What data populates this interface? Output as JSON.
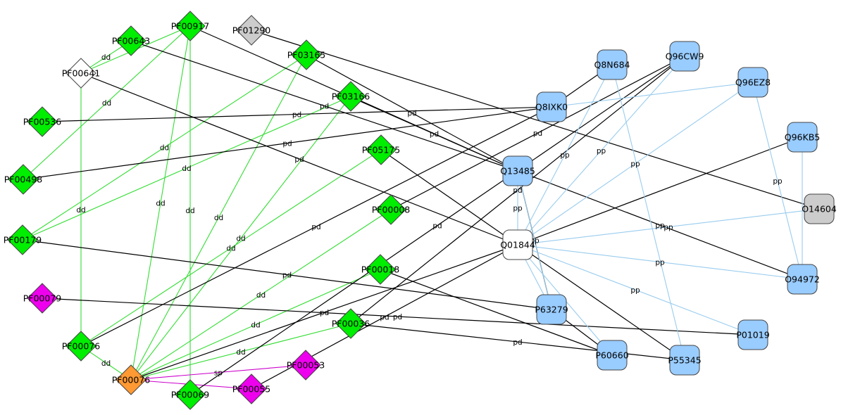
{
  "colors": {
    "green_node": "#00ee00",
    "magenta_node": "#ee00ee",
    "orange_node": "#ff9933",
    "gray_node": "#cccccc",
    "white_node": "#ffffff",
    "blue_node": "#99ccff",
    "dd_edge": "#33dd33",
    "pd_edge": "#000000",
    "pp_edge": "#99ccee",
    "sp_edge": "#cc00cc"
  },
  "nodes": [
    {
      "id": "PF00917",
      "label": "PF00917",
      "shape": "diamond",
      "color": "green_node"
    },
    {
      "id": "PF01290",
      "label": "PF01290",
      "shape": "diamond",
      "color": "gray_node"
    },
    {
      "id": "PF00643",
      "label": "PF00643",
      "shape": "diamond",
      "color": "green_node"
    },
    {
      "id": "PF03165",
      "label": "PF03165",
      "shape": "diamond",
      "color": "green_node"
    },
    {
      "id": "PF00641",
      "label": "PF00641",
      "shape": "diamond",
      "color": "white_node"
    },
    {
      "id": "PF03166",
      "label": "PF03166",
      "shape": "diamond",
      "color": "green_node"
    },
    {
      "id": "PF00536",
      "label": "PF00536",
      "shape": "diamond",
      "color": "green_node"
    },
    {
      "id": "PF05175",
      "label": "PF05175",
      "shape": "diamond",
      "color": "green_node"
    },
    {
      "id": "PF00498",
      "label": "PF00498",
      "shape": "diamond",
      "color": "green_node"
    },
    {
      "id": "PF00008",
      "label": "PF00008",
      "shape": "diamond",
      "color": "green_node"
    },
    {
      "id": "PF00179",
      "label": "PF00179",
      "shape": "diamond",
      "color": "green_node"
    },
    {
      "id": "PF00018",
      "label": "PF00018",
      "shape": "diamond",
      "color": "green_node"
    },
    {
      "id": "PF00079",
      "label": "PF00079",
      "shape": "diamond",
      "color": "magenta_node"
    },
    {
      "id": "PF00036",
      "label": "PF00036",
      "shape": "diamond",
      "color": "green_node"
    },
    {
      "id": "PF00076a",
      "label": "PF00076",
      "shape": "diamond",
      "color": "green_node"
    },
    {
      "id": "PF00053",
      "label": "PF00053",
      "shape": "diamond",
      "color": "magenta_node"
    },
    {
      "id": "PF00076b",
      "label": "PF00076",
      "shape": "diamond",
      "color": "orange_node"
    },
    {
      "id": "PF00055",
      "label": "PF00055",
      "shape": "diamond",
      "color": "magenta_node"
    },
    {
      "id": "PF00069",
      "label": "PF00069",
      "shape": "diamond",
      "color": "green_node"
    },
    {
      "id": "Q8N684",
      "label": "Q8N684",
      "shape": "rect",
      "color": "blue_node"
    },
    {
      "id": "Q96CW9",
      "label": "Q96CW9",
      "shape": "rect",
      "color": "blue_node"
    },
    {
      "id": "Q96EZ8",
      "label": "Q96EZ8",
      "shape": "rect",
      "color": "blue_node"
    },
    {
      "id": "Q8IXK0",
      "label": "Q8IXK0",
      "shape": "rect",
      "color": "blue_node"
    },
    {
      "id": "Q96KB5",
      "label": "Q96KB5",
      "shape": "rect",
      "color": "blue_node"
    },
    {
      "id": "Q13485",
      "label": "Q13485",
      "shape": "rect",
      "color": "blue_node"
    },
    {
      "id": "O14604",
      "label": "O14604",
      "shape": "rect",
      "color": "gray_node"
    },
    {
      "id": "Q01844",
      "label": "Q01844",
      "shape": "rect",
      "color": "white_node"
    },
    {
      "id": "O94972",
      "label": "O94972",
      "shape": "rect",
      "color": "blue_node"
    },
    {
      "id": "P63279",
      "label": "P63279",
      "shape": "rect",
      "color": "blue_node"
    },
    {
      "id": "P01019",
      "label": "P01019",
      "shape": "rect",
      "color": "blue_node"
    },
    {
      "id": "P60660",
      "label": "P60660",
      "shape": "rect",
      "color": "blue_node"
    },
    {
      "id": "P55345",
      "label": "P55345",
      "shape": "rect",
      "color": "blue_node"
    }
  ],
  "edges": [
    {
      "from": "PF00643",
      "to": "PF00641",
      "type": "dd",
      "label": "dd"
    },
    {
      "from": "PF00917",
      "to": "PF00641",
      "type": "dd",
      "label": ""
    },
    {
      "from": "PF00917",
      "to": "PF00498",
      "type": "dd",
      "label": "dd"
    },
    {
      "from": "PF00641",
      "to": "PF00076a",
      "type": "dd",
      "label": "dd"
    },
    {
      "from": "PF00917",
      "to": "PF00069",
      "type": "dd",
      "label": "dd"
    },
    {
      "from": "PF00917",
      "to": "PF00076b",
      "type": "dd",
      "label": "dd"
    },
    {
      "from": "PF03165",
      "to": "PF00179",
      "type": "dd",
      "label": "dd"
    },
    {
      "from": "PF03165",
      "to": "PF00076b",
      "type": "dd",
      "label": "dd"
    },
    {
      "from": "PF03166",
      "to": "PF00179",
      "type": "dd",
      "label": "dd"
    },
    {
      "from": "PF03166",
      "to": "PF00076b",
      "type": "dd",
      "label": "dd"
    },
    {
      "from": "PF05175",
      "to": "PF00076a",
      "type": "dd",
      "label": "dd"
    },
    {
      "from": "PF00008",
      "to": "PF00076b",
      "type": "dd",
      "label": "dd"
    },
    {
      "from": "PF00018",
      "to": "PF00076b",
      "type": "dd",
      "label": "dd"
    },
    {
      "from": "PF00036",
      "to": "PF00076b",
      "type": "dd",
      "label": "dd"
    },
    {
      "from": "PF00076a",
      "to": "PF00076b",
      "type": "dd",
      "label": "dd"
    },
    {
      "from": "PF00076b",
      "to": "PF00053",
      "type": "sp",
      "label": "sp"
    },
    {
      "from": "PF00076b",
      "to": "PF00055",
      "type": "sp",
      "label": ""
    },
    {
      "from": "PF00536",
      "to": "Q8IXK0",
      "type": "pd",
      "label": "pd"
    },
    {
      "from": "PF00498",
      "to": "Q8IXK0",
      "type": "pd",
      "label": "pd"
    },
    {
      "from": "PF00641",
      "to": "Q01844",
      "type": "pd",
      "label": "pd"
    },
    {
      "from": "PF00643",
      "to": "Q13485",
      "type": "pd",
      "label": "pd"
    },
    {
      "from": "PF00917",
      "to": "Q13485",
      "type": "pd",
      "label": "pd"
    },
    {
      "from": "PF01290",
      "to": "O14604",
      "type": "pd",
      "label": ""
    },
    {
      "from": "PF03165",
      "to": "Q13485",
      "type": "pd",
      "label": "pd"
    },
    {
      "from": "PF03166",
      "to": "Q13485",
      "type": "pd",
      "label": "pd"
    },
    {
      "from": "PF05175",
      "to": "Q01844",
      "type": "pd",
      "label": ""
    },
    {
      "from": "PF00008",
      "to": "Q96CW9",
      "type": "pd",
      "label": "pd"
    },
    {
      "from": "PF00179",
      "to": "P63279",
      "type": "pd",
      "label": "pd"
    },
    {
      "from": "PF00018",
      "to": "P60660",
      "type": "pd",
      "label": ""
    },
    {
      "from": "PF00079",
      "to": "P01019",
      "type": "pd",
      "label": "pd"
    },
    {
      "from": "PF00036",
      "to": "P55345",
      "type": "pd",
      "label": "pd"
    },
    {
      "from": "PF00036",
      "to": "Q96CW9",
      "type": "pd",
      "label": "pd"
    },
    {
      "from": "PF00076a",
      "to": "Q8IXK0",
      "type": "pd",
      "label": "pd"
    },
    {
      "from": "PF00076b",
      "to": "Q01844",
      "type": "pd",
      "label": "pd"
    },
    {
      "from": "PF00069",
      "to": "Q96CW9",
      "type": "pd",
      "label": "pd"
    },
    {
      "from": "PF00055",
      "to": "Q01844",
      "type": "pd",
      "label": "pd"
    },
    {
      "from": "Q8IXK0",
      "to": "Q8N684",
      "type": "pd",
      "label": ""
    },
    {
      "from": "Q13485",
      "to": "O94972",
      "type": "pd",
      "label": "pp"
    },
    {
      "from": "Q13485",
      "to": "P63279",
      "type": "pd",
      "label": ""
    },
    {
      "from": "Q01844",
      "to": "P55345",
      "type": "pd",
      "label": ""
    },
    {
      "from": "P63279",
      "to": "P60660",
      "type": "pd",
      "label": ""
    },
    {
      "from": "Q96KB5",
      "to": "Q01844",
      "type": "pd",
      "label": ""
    },
    {
      "from": "Q8IXK0",
      "to": "Q96EZ8",
      "type": "pp",
      "label": ""
    },
    {
      "from": "Q8N684",
      "to": "Q01844",
      "type": "pp",
      "label": "pp"
    },
    {
      "from": "Q8N684",
      "to": "P55345",
      "type": "pp",
      "label": ""
    },
    {
      "from": "Q96CW9",
      "to": "Q01844",
      "type": "pp",
      "label": "pp"
    },
    {
      "from": "Q96EZ8",
      "to": "Q01844",
      "type": "pp",
      "label": "pp"
    },
    {
      "from": "Q96EZ8",
      "to": "O94972",
      "type": "pp",
      "label": "pp"
    },
    {
      "from": "Q13485",
      "to": "Q01844",
      "type": "pp",
      "label": "pp"
    },
    {
      "from": "Q13485",
      "to": "P63279",
      "type": "pp",
      "label": "pp"
    },
    {
      "from": "Q96KB5",
      "to": "O94972",
      "type": "pp",
      "label": ""
    },
    {
      "from": "Q01844",
      "to": "O14604",
      "type": "pp",
      "label": "pp"
    },
    {
      "from": "Q01844",
      "to": "O94972",
      "type": "pp",
      "label": "pp"
    },
    {
      "from": "Q01844",
      "to": "P01019",
      "type": "pp",
      "label": "pp"
    },
    {
      "from": "Q01844",
      "to": "P60660",
      "type": "pp",
      "label": ""
    },
    {
      "from": "Q01844",
      "to": "P63279",
      "type": "pp",
      "label": ""
    }
  ]
}
